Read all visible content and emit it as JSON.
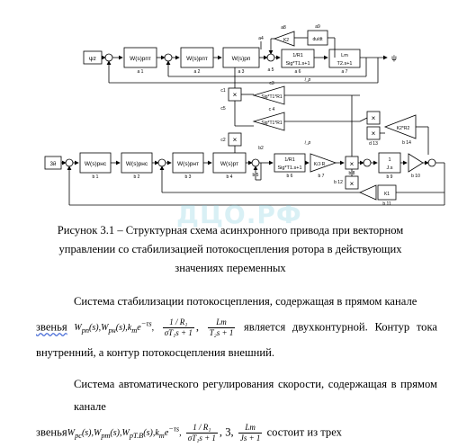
{
  "diagram": {
    "blocks": {
      "psi_ref": "ψz",
      "speed_ref": "3й",
      "a1": "W(s)рпт",
      "a2": "W(s)рпт",
      "a3": "W(s)рп",
      "b1": "W(s)рнс",
      "b2": "W(s)рнс",
      "b3": "W(s)рнт",
      "b4": "W(s)рт",
      "a7_top": "Lm",
      "a7_bot": "T2.s+1",
      "a6_top": "1/R1",
      "a6_bot": "Sig*T1.s+1",
      "b6_top": "1/R1",
      "b6_bot": "Sig*T1.s+1",
      "c3": "Sig*T1*R1",
      "c4": "Sig*T1*R1",
      "d14": "K2*R2",
      "b9_top": "1",
      "b9_bot": "J.s",
      "dudt": "du/dt",
      "k2": "K2",
      "k1": "K1",
      "gain": "K/J·R",
      "psi_out": "ψ",
      "mul": "×"
    },
    "labels": {
      "a1": "a 1",
      "a2": "a 2",
      "a3": "a 3",
      "a4": "a4",
      "a5": "a 5",
      "a6": "a 6",
      "a7": "a 7",
      "a8": "a8",
      "a9": "a9",
      "b1": "b 1",
      "b2": "b 2",
      "b3": "b 3",
      "b4": "b 4",
      "b5": "b 5",
      "b6": "b 6",
      "b7": "b 7",
      "b8": "b 8",
      "b9": "b 9",
      "b10": "b 10",
      "b11": "b 11",
      "b12": "b 12",
      "c1": "c1",
      "c2": "c2",
      "c3": "c3",
      "c4": "c 4",
      "c5": "c5",
      "d13": "d 13",
      "d14": "b 14",
      "b2top": "b2",
      "ip_top": "i_p",
      "ip_bot": "i_p"
    }
  },
  "watermark": "ДЦО.РФ",
  "caption": "Рисунок 3.1 – Структурная схема асинхронного привода при векторном управлении со стабилизацией потокосцепления ротора в действующих значениях переменных",
  "para1": {
    "start": "Система стабилизации потокосцепления, содержащая в прямом канале",
    "zvenya": "звенья",
    "w1": "W",
    "w1_sub": "рп",
    "w1_arg": "(s),",
    "w2": "W",
    "w2_sub": "рн",
    "w2_arg": "(s),",
    "ke": "k",
    "ke_sub": "т",
    "ke_exp": "e",
    "ke_pow": "−τs",
    "comma": ",",
    "frac1_num": "1 / R₁",
    "frac1_den": "σT₁s + 1",
    "frac2_num": "Lm",
    "frac2_den": "T₂s + 1",
    "end": "является двухконтурной. Контур тока внутренний, а контур потокосцепления внешний."
  },
  "para2": {
    "start": "Система автоматического регулирования скорости, содержащая в прямом канале",
    "zvenya": "звенья",
    "w1": "W",
    "w1_sub": "рс",
    "w1_arg": "(s),",
    "w2": "W",
    "w2_sub": "рт",
    "w2_arg": "(s),",
    "w3": "W",
    "w3_sub": "рТ.В",
    "w3_arg": "(s),",
    "ke": "k",
    "ke_sub": "т",
    "ke_exp": "e",
    "ke_pow": "−τs",
    "comma": ",",
    "frac1_num": "1 / R₁",
    "frac1_den": "σT₁s + 1",
    "mid": ", 3,",
    "frac2_num": "Lm",
    "frac2_den": "Js + 1",
    "end": "состоит из трех"
  }
}
